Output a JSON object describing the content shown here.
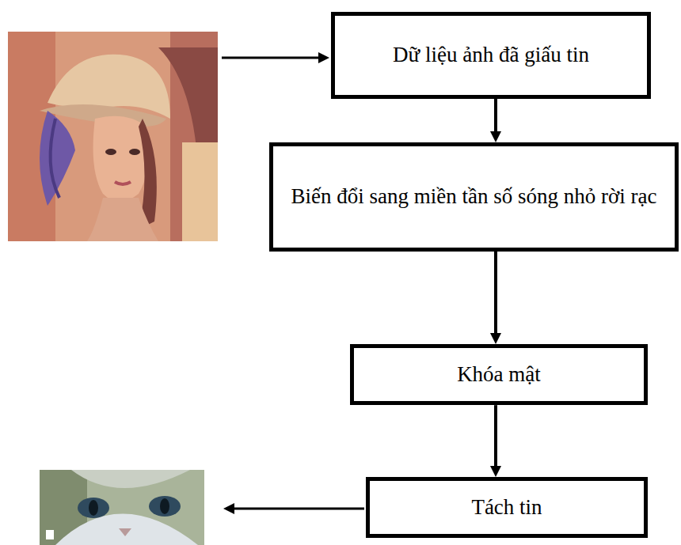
{
  "diagram": {
    "nodes": [
      {
        "text": [
          "Dữ liệu ảnh đã giấu tin"
        ]
      },
      {
        "text": [
          "Biến đổi sang miền tần số sóng nhỏ rời rạc"
        ]
      },
      {
        "text": [
          "Khóa mật"
        ]
      },
      {
        "text": [
          "Tách tin"
        ]
      }
    ],
    "edges": [
      {
        "from": 0,
        "to": 1,
        "arrow": "to"
      },
      {
        "from": 1,
        "to": 2,
        "arrow": "to"
      },
      {
        "from": 2,
        "to": 3,
        "arrow": "to"
      }
    ]
  }
}
